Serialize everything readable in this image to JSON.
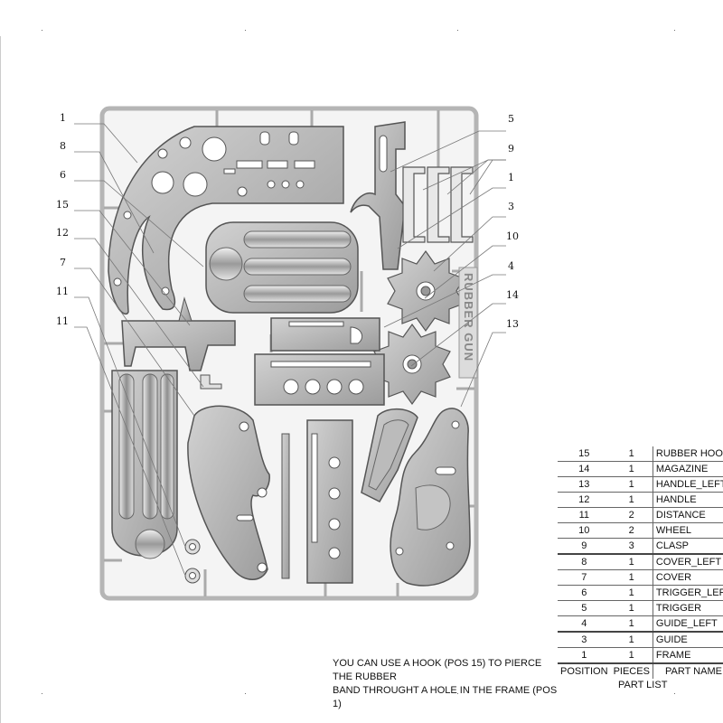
{
  "diagram": {
    "label_panel": "RUBBER GUN",
    "callouts": [
      "1",
      "8",
      "6",
      "15",
      "12",
      "7",
      "11",
      "11",
      "5",
      "9",
      "1",
      "3",
      "10",
      "4",
      "14",
      "13"
    ]
  },
  "parts_list": {
    "caption": "PART LIST",
    "header": {
      "position": "POSITION",
      "pieces": "PIECES",
      "name": "PART NAME"
    },
    "rows": [
      {
        "pos": "15",
        "qty": "1",
        "name": "RUBBER HOOK"
      },
      {
        "pos": "14",
        "qty": "1",
        "name": "MAGAZINE"
      },
      {
        "pos": "13",
        "qty": "1",
        "name": "HANDLE_LEFT"
      },
      {
        "pos": "12",
        "qty": "1",
        "name": "HANDLE"
      },
      {
        "pos": "11",
        "qty": "2",
        "name": "DISTANCE"
      },
      {
        "pos": "10",
        "qty": "2",
        "name": "WHEEL"
      },
      {
        "pos": "9",
        "qty": "3",
        "name": "CLASP"
      },
      {
        "pos": "8",
        "qty": "1",
        "name": "COVER_LEFT"
      },
      {
        "pos": "7",
        "qty": "1",
        "name": "COVER"
      },
      {
        "pos": "6",
        "qty": "1",
        "name": "TRIGGER_LEFT"
      },
      {
        "pos": "5",
        "qty": "1",
        "name": "TRIGGER"
      },
      {
        "pos": "4",
        "qty": "1",
        "name": "GUIDE_LEFT"
      },
      {
        "pos": "3",
        "qty": "1",
        "name": "GUIDE"
      },
      {
        "pos": "1",
        "qty": "1",
        "name": "FRAME"
      }
    ]
  },
  "note": {
    "line1": "YOU CAN USE A HOOK (POS 15) TO PIERCE THE RUBBER",
    "line2": "BAND THROUGHT A HOLE IN THE FRAME (POS 1)"
  }
}
